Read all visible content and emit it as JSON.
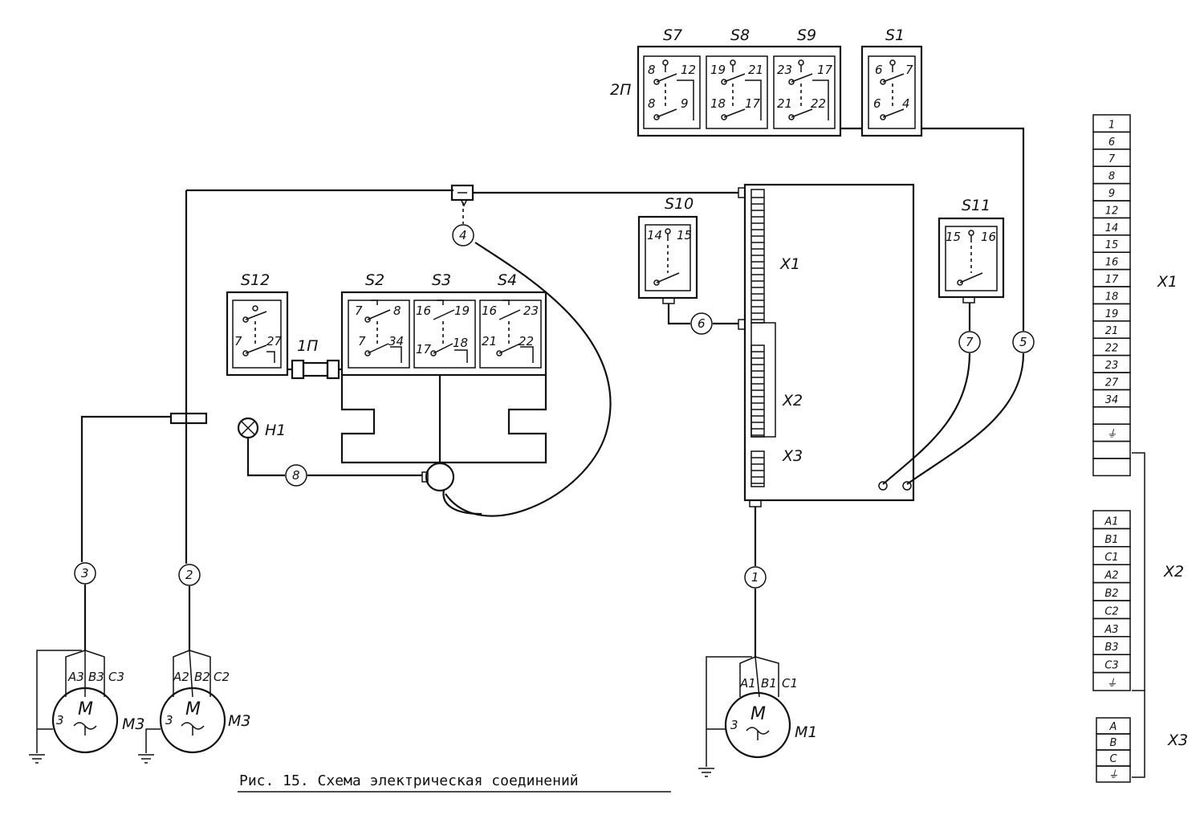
{
  "switch_boxes": {
    "s7": {
      "name": "S7",
      "top_left": "8",
      "top_right": "12",
      "bot_left": "8",
      "bot_right": "9"
    },
    "s8": {
      "name": "S8",
      "top_left": "19",
      "top_right": "21",
      "bot_left": "18",
      "bot_right": "17"
    },
    "s9": {
      "name": "S9",
      "top_left": "23",
      "top_right": "17",
      "bot_left": "21",
      "bot_right": "22"
    },
    "s1": {
      "name": "S1",
      "top_left": "6",
      "top_right": "7",
      "bot_left": "6",
      "bot_right": "4"
    },
    "s10": {
      "name": "S10",
      "top_left": "14",
      "top_right": "15"
    },
    "s11": {
      "name": "S11",
      "top_left": "15",
      "top_right": "16"
    },
    "s12": {
      "name": "S12",
      "bot_left": "7",
      "bot_right": "27"
    },
    "s2": {
      "name": "S2",
      "top_left": "7",
      "top_right": "8",
      "bot_left": "7",
      "bot_right": "34"
    },
    "s3": {
      "name": "S3",
      "top_left": "16",
      "top_right": "19",
      "bot_left": "17",
      "bot_right": "18"
    },
    "s4": {
      "name": "S4",
      "top_left": "16",
      "top_right": "23",
      "bot_left": "21",
      "bot_right": "22"
    }
  },
  "labels": {
    "group_2p": "2П",
    "plug_1p": "1П",
    "lamp_h1": "H1",
    "block_x1": "X1",
    "block_x2": "X2",
    "block_x3": "X3"
  },
  "wire_numbers": [
    "1",
    "2",
    "3",
    "4",
    "5",
    "6",
    "7",
    "8"
  ],
  "motors": {
    "m3_left": {
      "name": "M3",
      "letter": "M",
      "phase": "3",
      "terminals": [
        "A3",
        "B3",
        "C3"
      ]
    },
    "m3_right": {
      "name": "M3",
      "letter": "M",
      "phase": "3",
      "terminals": [
        "A2",
        "B2",
        "C2"
      ]
    },
    "m1": {
      "name": "M1",
      "letter": "M",
      "phase": "3",
      "terminals": [
        "A1",
        "B1",
        "C1"
      ]
    }
  },
  "terminal_strips": {
    "x1": {
      "label": "X1",
      "cells": [
        "1",
        "6",
        "7",
        "8",
        "9",
        "12",
        "14",
        "15",
        "16",
        "17",
        "18",
        "19",
        "21",
        "22",
        "23",
        "27",
        "34",
        "",
        "⏚",
        "",
        ""
      ]
    },
    "x2": {
      "label": "X2",
      "cells": [
        "A1",
        "B1",
        "C1",
        "A2",
        "B2",
        "C2",
        "A3",
        "B3",
        "C3",
        "⏚"
      ]
    },
    "x3": {
      "label": "X3",
      "cells": [
        "A",
        "B",
        "C",
        "⏚"
      ]
    }
  },
  "caption": "Рис. 15. Схема электрическая соединений"
}
